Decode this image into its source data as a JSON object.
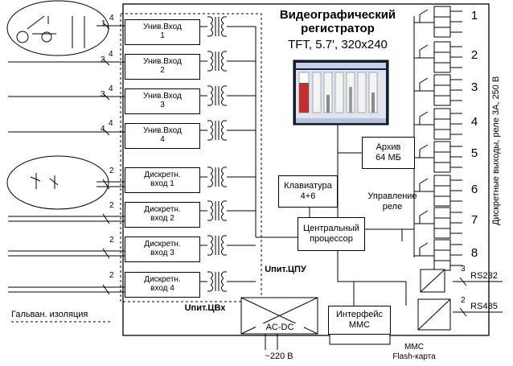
{
  "title": "Видеографический регистратор",
  "subtitle": "TFT, 5.7', 320x240",
  "universal_inputs": [
    {
      "label": "Унив.Вход\n1",
      "line": "1",
      "count": "4"
    },
    {
      "label": "Унив.Вход\n2",
      "line": "2",
      "count": "4"
    },
    {
      "label": "Унив.Вход\n3",
      "line": "3",
      "count": "4"
    },
    {
      "label": "Унив.Вход\n4",
      "line": "4",
      "count": "4"
    }
  ],
  "discrete_inputs": [
    {
      "label": "Дискретн.\nвход 1",
      "count": "2"
    },
    {
      "label": "Дискретн.\nвход 2",
      "count": "2"
    },
    {
      "label": "Дискретн.\nвход 3",
      "count": "2"
    },
    {
      "label": "Дискретн.\nвход 4",
      "count": "2"
    }
  ],
  "archive": "Архив\n64 МБ",
  "keyboard": "Клавиатура\n4+6",
  "relay_control": "Управление\nреле",
  "cpu": "Центральный\nпроцессор",
  "cpu_power": "Uпит.ЦПУ",
  "input_power": "Uпит.ЦВх",
  "acdc": "AC-DC",
  "mains": "~220 В",
  "mmc_interface": "Интерфейс\nММС",
  "mmc_card": "ММС\nFlash-карта",
  "galvanic": "Гальван. изоляция",
  "relay_numbers": [
    "1",
    "2",
    "3",
    "4",
    "5",
    "6",
    "7",
    "8"
  ],
  "relay_side_label": "Дискретные выходы, реле 3А, 250 В",
  "rs232": {
    "label": "RS232",
    "count": "3"
  },
  "rs485": {
    "label": "RS485",
    "count": "2"
  }
}
